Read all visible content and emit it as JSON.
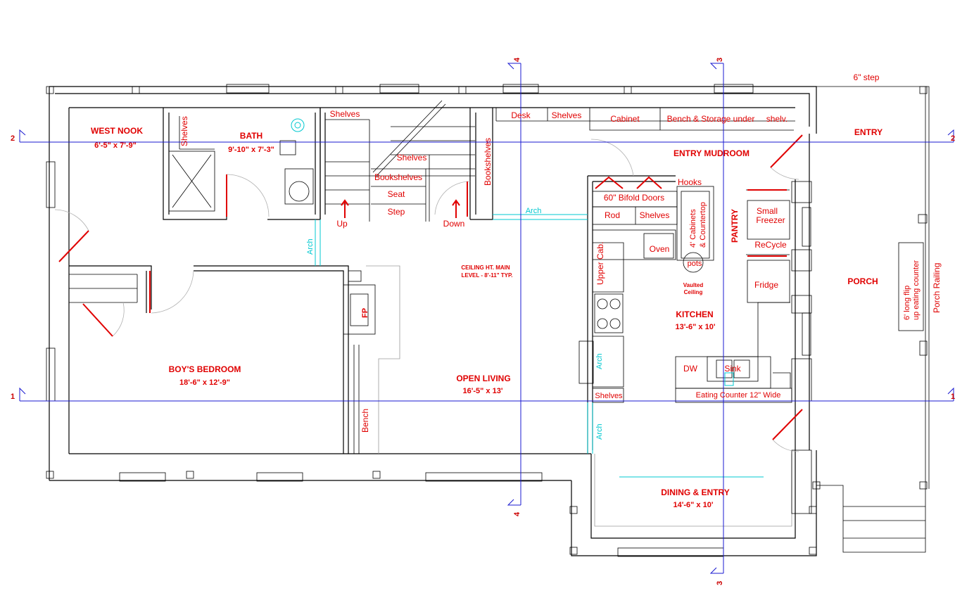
{
  "rooms": {
    "west_nook": {
      "name": "WEST NOOK",
      "dims": "6'-5\" x 7'-9\""
    },
    "bath": {
      "name": "BATH",
      "dims": "9'-10\" x 7'-3\""
    },
    "boys_bedroom": {
      "name": "BOY'S BEDROOM",
      "dims": "18'-6\" x 12'-9\""
    },
    "open_living": {
      "name": "OPEN LIVING",
      "dims": "16'-5\" x 13'"
    },
    "kitchen": {
      "name": "KITCHEN",
      "dims": "13'-6\" x 10'"
    },
    "dining_entry": {
      "name": "DINING & ENTRY",
      "dims": "14'-6\" x 10'"
    },
    "entry_mudroom": {
      "name": "ENTRY MUDROOM"
    },
    "entry": {
      "name": "ENTRY"
    },
    "porch": {
      "name": "PORCH"
    },
    "pantry": {
      "name": "PANTRY"
    }
  },
  "fixtures": {
    "shelves_top": "Shelves",
    "shelves_bath": "Shelves",
    "shelves_stair": "Shelves",
    "bookshelves_stair": "Bookshelves",
    "seat": "Seat",
    "step": "Step",
    "up": "Up",
    "down": "Down",
    "bookshelves_vertical": "Bookshelves",
    "desk": "Desk",
    "shelves_desk": "Shelves",
    "cabinet": "Cabinet",
    "bench_storage": "Bench & Storage under",
    "shelv": "shelv.",
    "bifold": "60\" Bifold Doors",
    "rod": "Rod",
    "shelves_closet": "Shelves",
    "hooks": "Hooks",
    "cabinets_countertop_1": "4' Cabinets",
    "cabinets_countertop_2": "& Countertop",
    "oven": "Oven",
    "upper_cab": "Upper Cab.",
    "pots": "pots",
    "vaulted_1": "Vaulted",
    "vaulted_2": "Ceiling",
    "small_freezer_1": "Small",
    "small_freezer_2": "Freezer",
    "recycle": "ReCycle",
    "fridge": "Fridge",
    "dw": "DW",
    "sink": "Sink",
    "eating_counter": "Eating Counter  12\" Wide",
    "shelves_kitchen": "Shelves",
    "fp": "FP",
    "bench": "Bench",
    "flip_counter_1": "6' long flip",
    "flip_counter_2": "up eating counter",
    "porch_railing": "Porch Railing",
    "step_6in": "6\" step"
  },
  "notes": {
    "ceiling_1": "CEILING HT. MAIN",
    "ceiling_2": "LEVEL - 8'-11\" TYP."
  },
  "arch_labels": {
    "arch_bath": "Arch",
    "arch_stair": "Arch",
    "arch_kitchen": "Arch",
    "arch_dining": "Arch"
  },
  "grid_markers": {
    "g1_left": "1",
    "g1_right": "1",
    "g2_left": "2",
    "g2_right": "2",
    "g3_top": "3",
    "g3_bottom": "3",
    "g4_top": "4",
    "g4_bottom": "4"
  },
  "colors": {
    "label": "#e00000",
    "axis": "#1a1ad0",
    "arch": "#00c8d0",
    "wall": "#000000"
  }
}
